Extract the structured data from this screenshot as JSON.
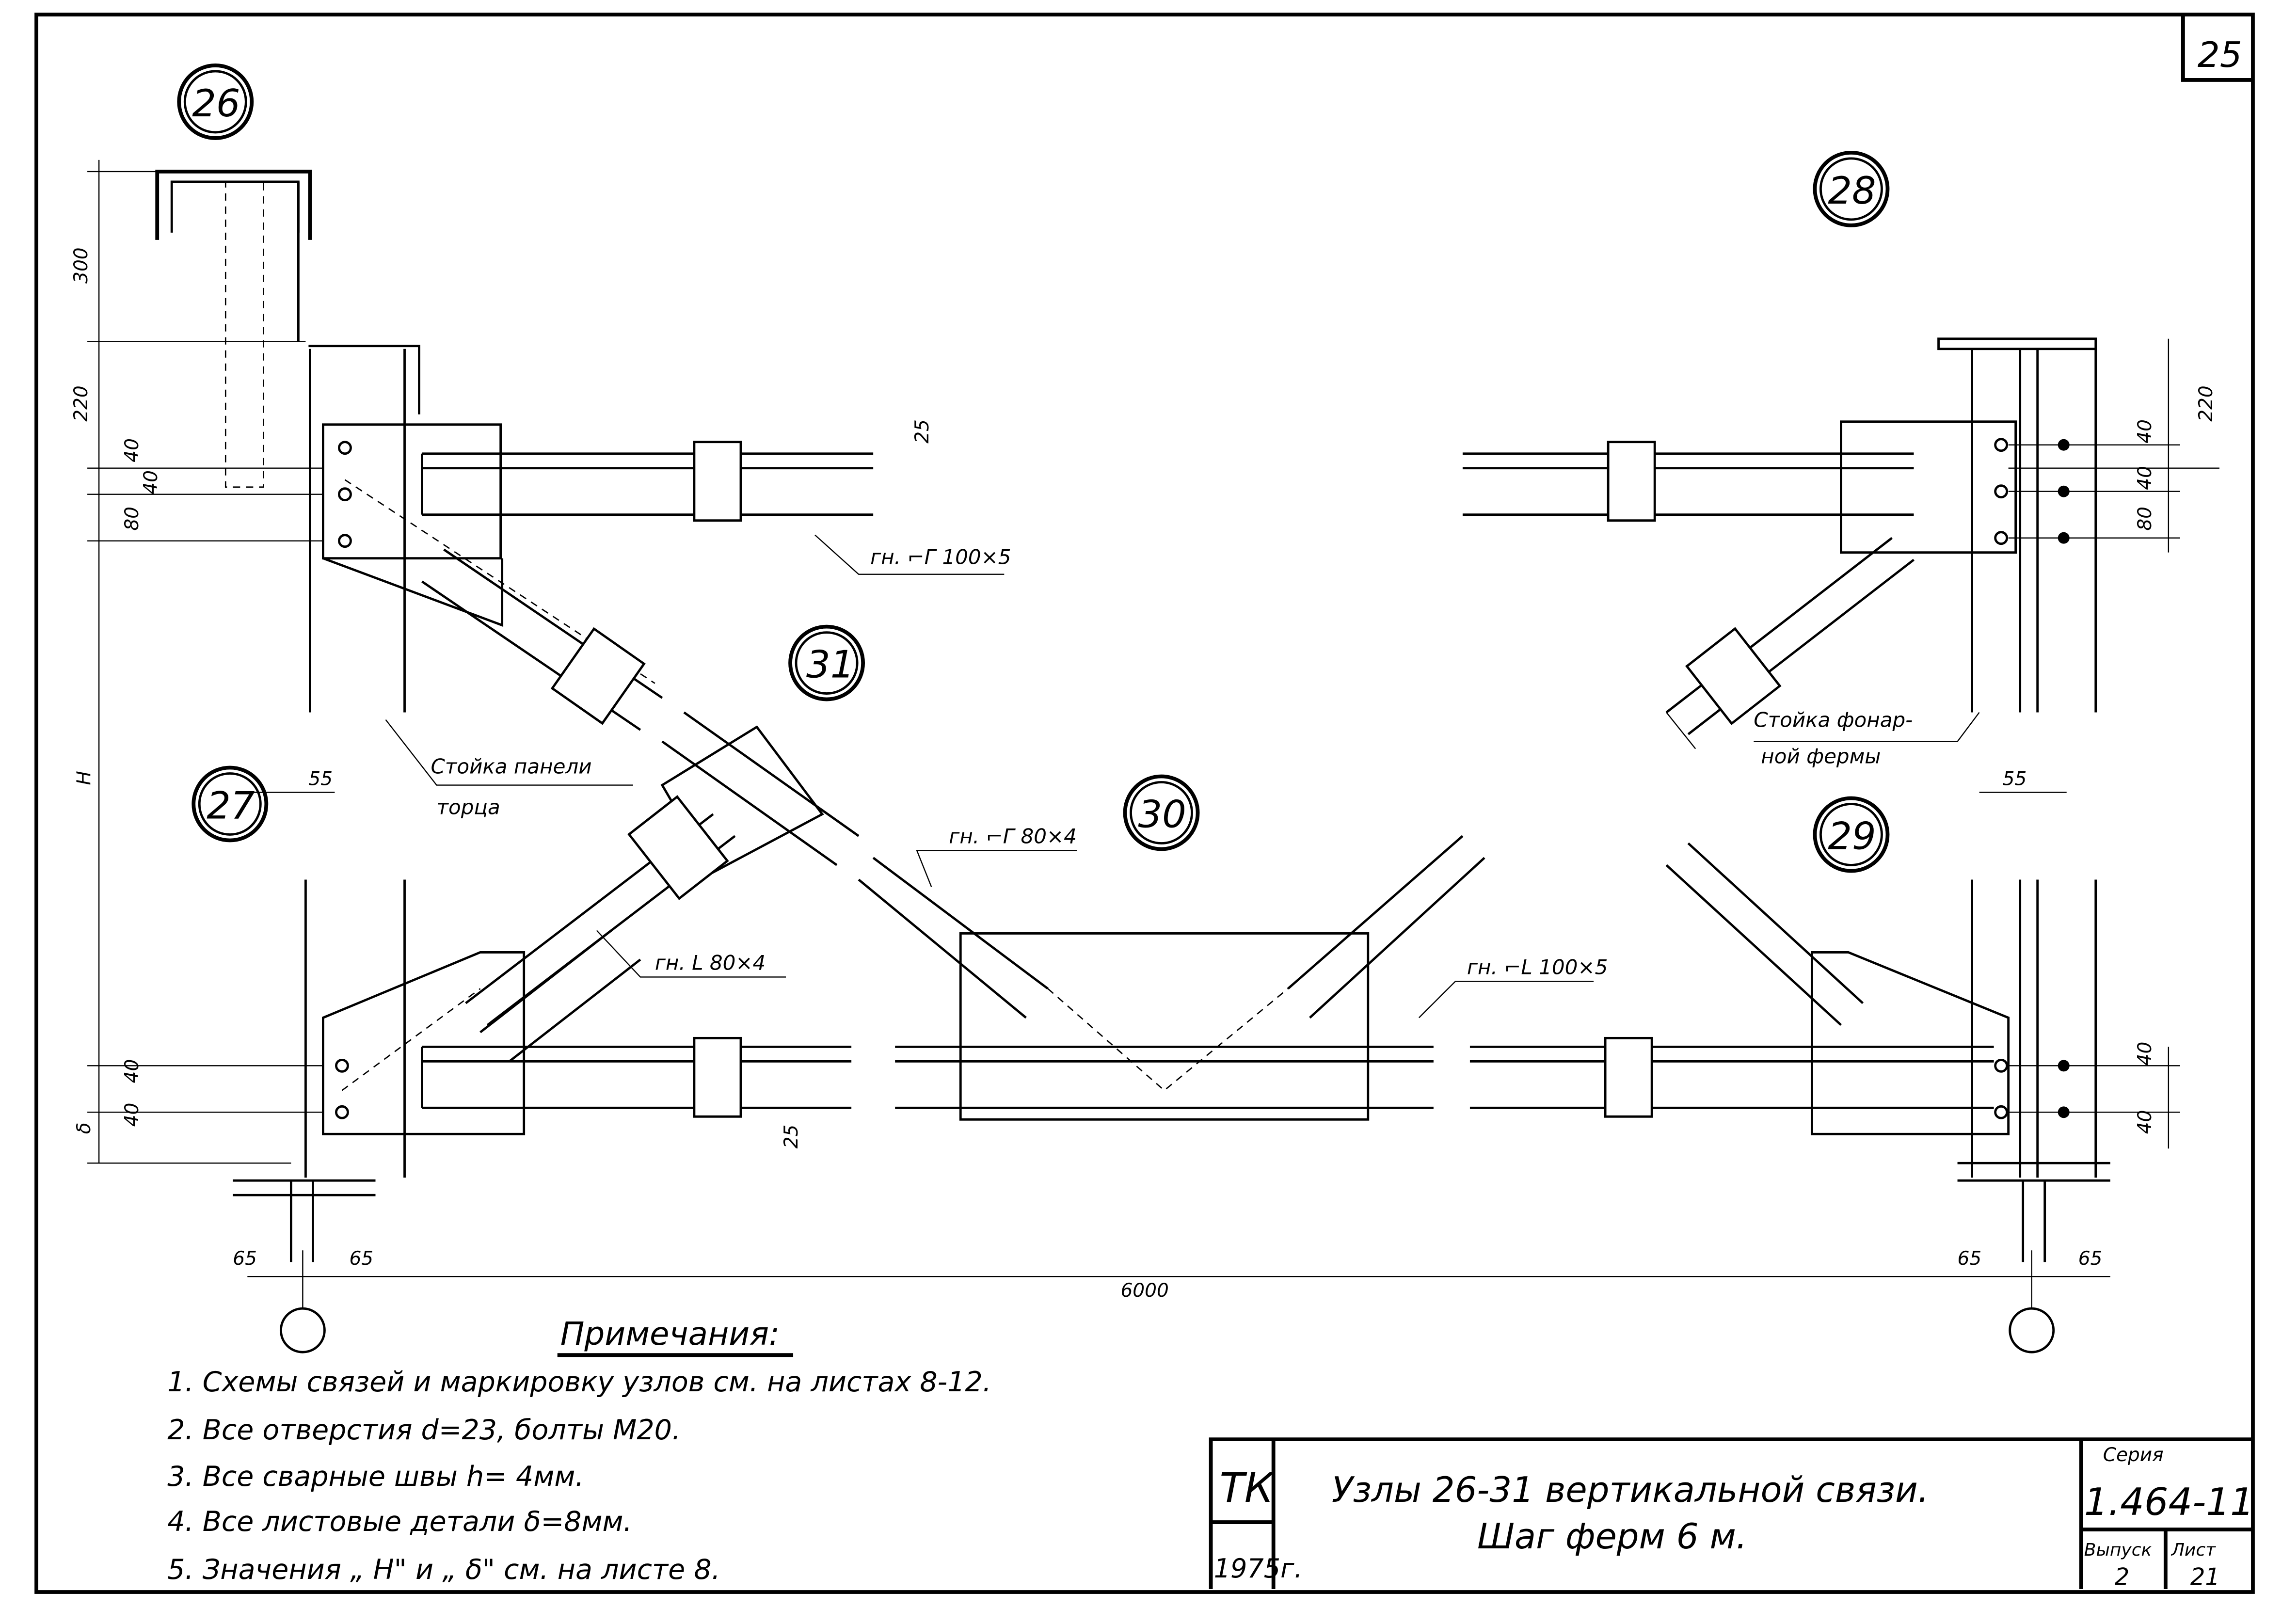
{
  "sheet_corner_number": "25",
  "nodes": {
    "n26": "26",
    "n27": "27",
    "n28": "28",
    "n29": "29",
    "n30": "30",
    "n31": "31"
  },
  "labels": {
    "column_left": "Стойка панели",
    "column_left_2": "торца",
    "column_right": "Стойка фонар-",
    "column_right_2": "ной фермы",
    "profile_top": "гн. ⌐Г 100×5",
    "profile_diag_right": "гн. ⌐Г 80×4",
    "profile_diag_left": "гн. L 80×4",
    "profile_bottom": "гн. ⌐L 100×5"
  },
  "dimensions": {
    "d300": "300",
    "d220_left": "220",
    "d40_a": "40",
    "d40_b": "40",
    "d80_left": "80",
    "dH": "H",
    "d55_left": "55",
    "d40_c": "40",
    "d40_d": "40",
    "d_delta": "δ",
    "d65_a": "65",
    "d65_b": "65",
    "d6000": "6000",
    "d25_top": "25",
    "d25_bot": "25",
    "d220_right": "220",
    "d40_e": "40",
    "d40_f": "40",
    "d80_right": "80",
    "d55_right": "55",
    "d40_g": "40",
    "d40_h": "40",
    "d65_c": "65",
    "d65_d": "65"
  },
  "notes": {
    "title": "Примечания:",
    "items": [
      "1.  Схемы  связей  и маркировку  узлов  см. на  листах  8-12.",
      "2.  Все  отверстия   d=23,  болты  М20.",
      "3.  Все  сварные   швы   h= 4мм.",
      "4.  Все  листовые  детали   δ=8мм.",
      "5.  Значения „ H\" и „ δ\" см.  на  листе  8."
    ]
  },
  "title_block": {
    "org": "ТК",
    "year": "1975г.",
    "title_line1": "Узлы  26-31  вертикальной    связи.",
    "title_line2": "Шаг   ферм  6 м.",
    "series_label": "Серия",
    "series": "1.464-11",
    "issue_label": "Выпуск",
    "issue": "2",
    "sheet_label": "Лист",
    "sheet": "21"
  }
}
